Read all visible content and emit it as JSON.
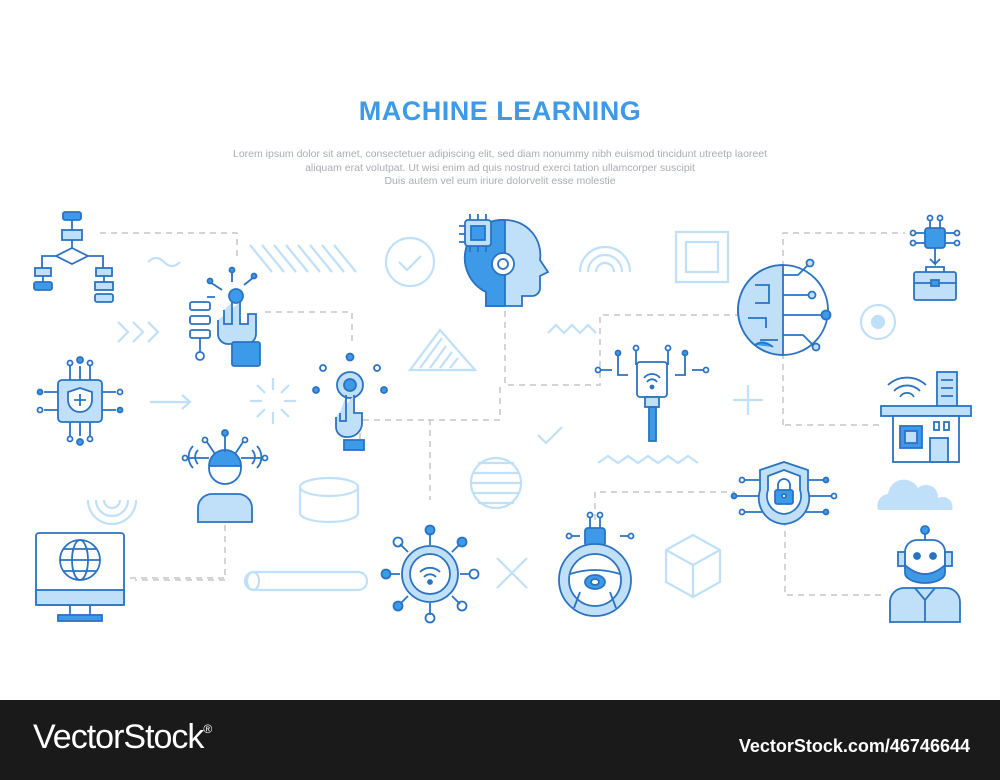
{
  "title": "MACHINE LEARNING",
  "subtitle_lines": [
    "Lorem ipsum dolor sit amet, consectetuer adipiscing elit, sed diam nonummy nibh euismod tincidunt utreetp laoreet",
    "aliquam erat volutpat. Ut wisi enim ad  quis nostrud exerci tation ullamcorper suscipit",
    "Duis autem vel eum iriure dolorvelit esse molestie"
  ],
  "footer": {
    "brand": "VectorStock",
    "registered": "®",
    "stock_id": "VectorStock.com/46746644"
  },
  "colors": {
    "accent": "#3d9ae8",
    "light": "#bfe0f8",
    "outline": "#2a73c2",
    "dash": "#c4c6c9",
    "footer_bg": "#1a1a1a"
  },
  "icons": [
    "flowchart-icon",
    "robot-hand-touch-icon",
    "touch-interface-icon",
    "ai-head-chip-icon",
    "global-network-brain-icon",
    "chip-wire-icon",
    "chip-briefcase-icon",
    "target-icon",
    "shield-chip-icon",
    "user-brain-signal-icon",
    "smart-home-icon",
    "cloud-icon",
    "computer-globe-icon",
    "wifi-network-icon",
    "steering-wheel-chip-icon",
    "shield-lock-icon",
    "robot-avatar-icon"
  ]
}
